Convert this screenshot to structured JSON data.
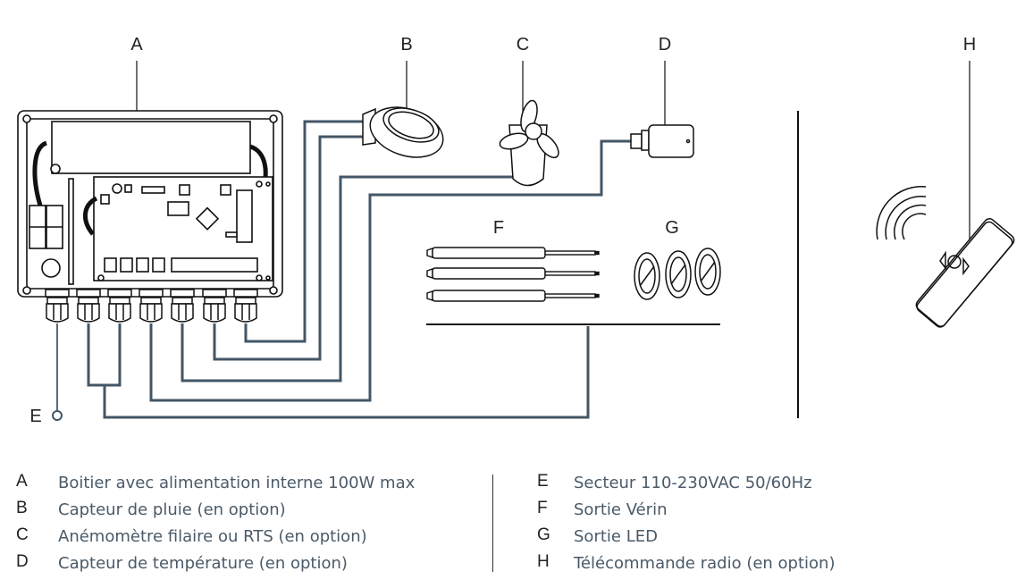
{
  "diagram": {
    "title": "Wiring diagram",
    "wire_color": "#435666",
    "line_color": "#111111",
    "callouts": [
      {
        "key": "A",
        "target": "control-box"
      },
      {
        "key": "B",
        "target": "rain-sensor"
      },
      {
        "key": "C",
        "target": "anemometer"
      },
      {
        "key": "D",
        "target": "temperature-sensor"
      },
      {
        "key": "E",
        "target": "mains-input"
      },
      {
        "key": "F",
        "target": "actuator-outputs"
      },
      {
        "key": "G",
        "target": "led-outputs"
      },
      {
        "key": "H",
        "target": "radio-remote"
      }
    ]
  },
  "legend": {
    "left": [
      {
        "key": "A",
        "text": "Boitier avec alimentation interne 100W max"
      },
      {
        "key": "B",
        "text": "Capteur de pluie (en option)"
      },
      {
        "key": "C",
        "text": "Anémomètre filaire ou RTS (en option)"
      },
      {
        "key": "D",
        "text": "Capteur de température (en option)"
      }
    ],
    "right": [
      {
        "key": "E",
        "text": "Secteur 110-230VAC 50/60Hz"
      },
      {
        "key": "F",
        "text": "Sortie Vérin"
      },
      {
        "key": "G",
        "text": "Sortie LED"
      },
      {
        "key": "H",
        "text": "Télécommande radio (en option)"
      }
    ]
  }
}
